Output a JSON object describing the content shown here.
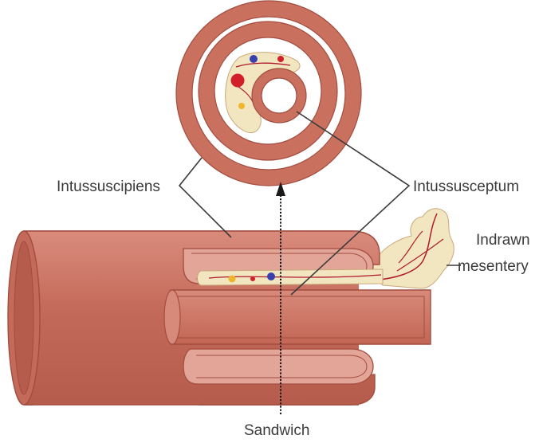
{
  "diagram": {
    "labels": {
      "intussuscipiens": "Intussuscipiens",
      "intussusceptum": "Intussusceptum",
      "indrawn_line1": "Indrawn",
      "indrawn_line2": "mesentery",
      "sandwich": "Sandwich"
    },
    "colors": {
      "bowel_wall": "#c9705f",
      "bowel_wall_light": "#e2a597",
      "bowel_outline": "#a24d3f",
      "mesentery": "#f1e6c0",
      "vessel": "#b0192b",
      "dot_red": "#d2202a",
      "dot_blue": "#3a3fb0",
      "dot_yellow": "#f0b52b",
      "label_text": "#3b3b3b"
    }
  }
}
